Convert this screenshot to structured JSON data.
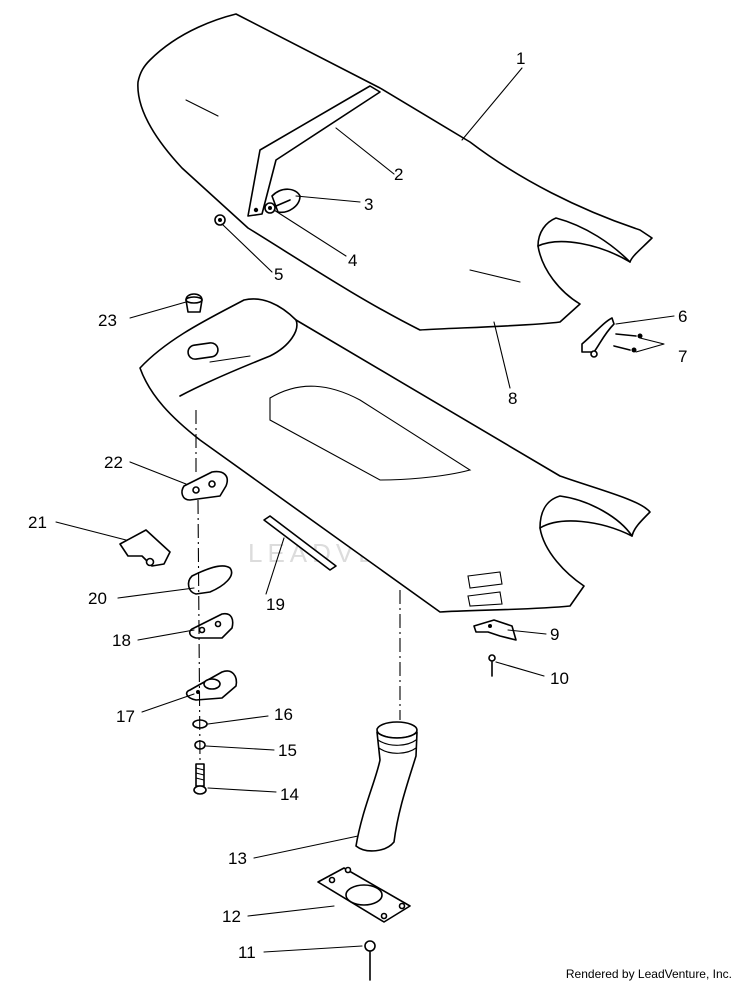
{
  "watermark": "LEADVENTURE",
  "credit": "Rendered by LeadVenture, Inc.",
  "callouts": [
    {
      "id": "1",
      "label": "1"
    },
    {
      "id": "2",
      "label": "2"
    },
    {
      "id": "3",
      "label": "3"
    },
    {
      "id": "4",
      "label": "4"
    },
    {
      "id": "5",
      "label": "5"
    },
    {
      "id": "6",
      "label": "6"
    },
    {
      "id": "7",
      "label": "7"
    },
    {
      "id": "8",
      "label": "8"
    },
    {
      "id": "9",
      "label": "9"
    },
    {
      "id": "10",
      "label": "10"
    },
    {
      "id": "11",
      "label": "11"
    },
    {
      "id": "12",
      "label": "12"
    },
    {
      "id": "13",
      "label": "13"
    },
    {
      "id": "14",
      "label": "14"
    },
    {
      "id": "15",
      "label": "15"
    },
    {
      "id": "16",
      "label": "16"
    },
    {
      "id": "17",
      "label": "17"
    },
    {
      "id": "18",
      "label": "18"
    },
    {
      "id": "19",
      "label": "19"
    },
    {
      "id": "20",
      "label": "20"
    },
    {
      "id": "21",
      "label": "21"
    },
    {
      "id": "22",
      "label": "22"
    },
    {
      "id": "23",
      "label": "23"
    }
  ]
}
